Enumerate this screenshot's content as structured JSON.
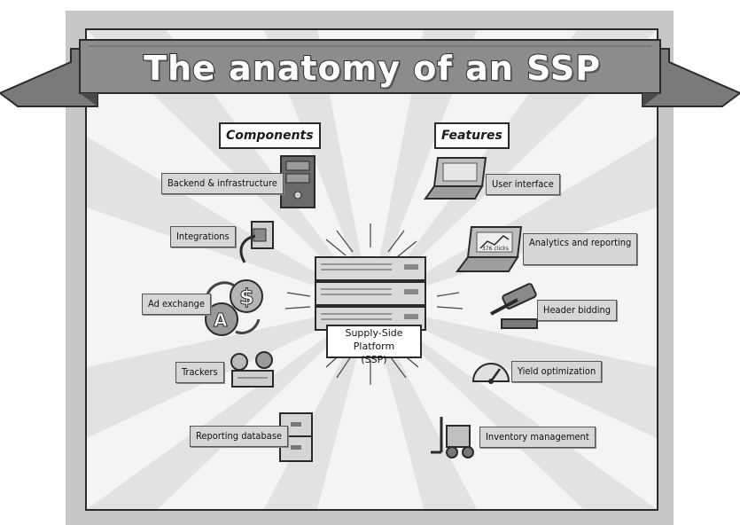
{
  "title": "The anatomy of an SSP",
  "center": {
    "line1": "Supply-Side Platform",
    "line2": "(SSP)"
  },
  "components": {
    "heading": "Components",
    "items": [
      "Backend & infrastructure",
      "Integrations",
      "Ad exchange",
      "Trackers",
      "Reporting database"
    ]
  },
  "features": {
    "heading": "Features",
    "items": [
      "User interface",
      "Analytics and reporting",
      "Header bidding",
      "Yield optimization",
      "Inventory management"
    ]
  },
  "laptop_screen_text": "376 clicks",
  "colors": {
    "frame": "#c7c7c7",
    "panel": "#f4f4f4",
    "ribbon": "#8c8c8c",
    "label": "#d6d6d6",
    "ink": "#2a2a2a"
  }
}
